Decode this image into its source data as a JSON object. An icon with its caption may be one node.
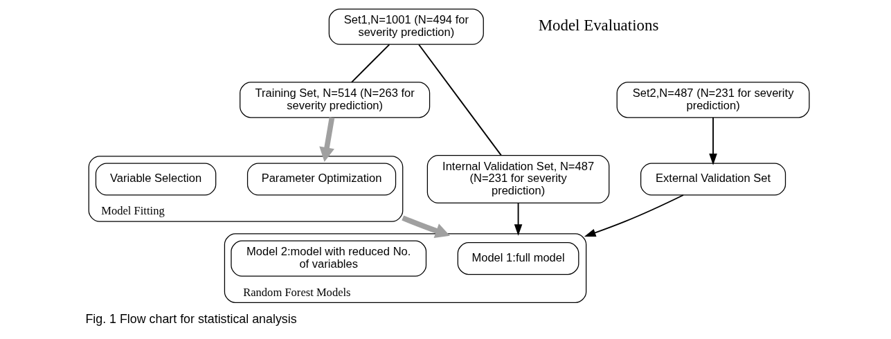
{
  "diagram": {
    "caption": "Fig. 1 Flow chart for statistical analysis",
    "nodes": [
      {
        "text": [
          "Set1,N=1001 (N=494 for severity prediction)"
        ]
      },
      {
        "text": [
          "Set2,N=487 (N=231 for severity prediction)"
        ]
      },
      {
        "text": [
          "Training Set, N=514 (N=263 for severity prediction)"
        ]
      },
      {
        "text": [
          "Internal Validation Set, N=487 (N=231 for severity prediction)"
        ]
      },
      {
        "text": [
          "External Validation Set"
        ]
      },
      {
        "text": [
          "Model Fitting"
        ]
      },
      {
        "text": [
          "Parameter Optimization"
        ],
        "in": 5
      },
      {
        "text": [
          "Variable Selection"
        ],
        "in": 5
      },
      {
        "text": [
          "Random Forest Models"
        ]
      },
      {
        "text": [
          "Model 1:full model"
        ],
        "in": 8
      },
      {
        "text": [
          "Model 2:model with reduced No. of variables"
        ],
        "in": 8
      }
    ],
    "edges": [
      {
        "from": 0,
        "to": 2,
        "arrow": "none"
      },
      {
        "from": 0,
        "to": 3,
        "arrow": "none"
      },
      {
        "from": 1,
        "to": 4,
        "arrow": "to"
      },
      {
        "from": 2,
        "to": 5,
        "arrow": "to",
        "style": "thick",
        "color": "#a0a0a0"
      },
      {
        "from": 5,
        "to": 8,
        "arrow": "to",
        "style": "thick",
        "color": "#a0a0a0"
      },
      {
        "from": 3,
        "to": 8,
        "arrow": "to"
      },
      {
        "from": 4,
        "to": 8,
        "arrow": "to"
      }
    ],
    "labels": [
      "Model Evaluations"
    ]
  }
}
